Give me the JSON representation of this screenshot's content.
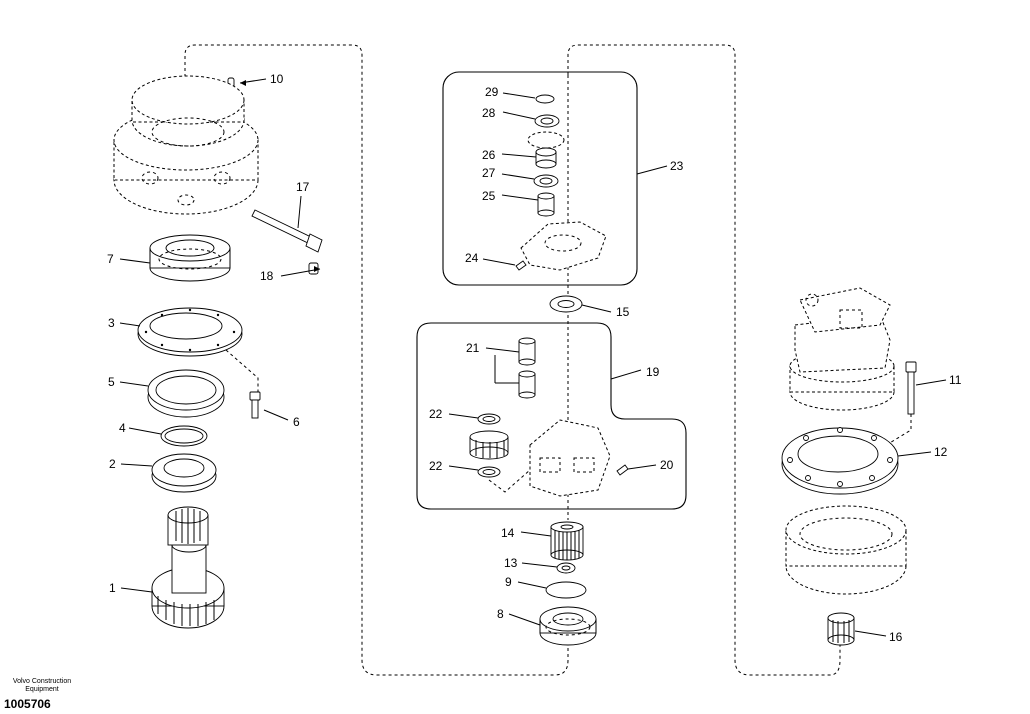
{
  "labels": {
    "n1": "1",
    "n2": "2",
    "n3": "3",
    "n4": "4",
    "n5": "5",
    "n6": "6",
    "n7": "7",
    "n8": "8",
    "n9": "9",
    "n10": "10",
    "n11": "11",
    "n12": "12",
    "n13": "13",
    "n14": "14",
    "n15": "15",
    "n16": "16",
    "n17": "17",
    "n18": "18",
    "n19": "19",
    "n20": "20",
    "n21": "21",
    "n22a": "22",
    "n22b": "22",
    "n23": "23",
    "n24": "24",
    "n25": "25",
    "n26": "26",
    "n27": "27",
    "n28": "28",
    "n29": "29"
  },
  "footer": {
    "brand_line1": "Volvo Construction",
    "brand_line2": "Equipment",
    "doc_number": "1005706"
  }
}
